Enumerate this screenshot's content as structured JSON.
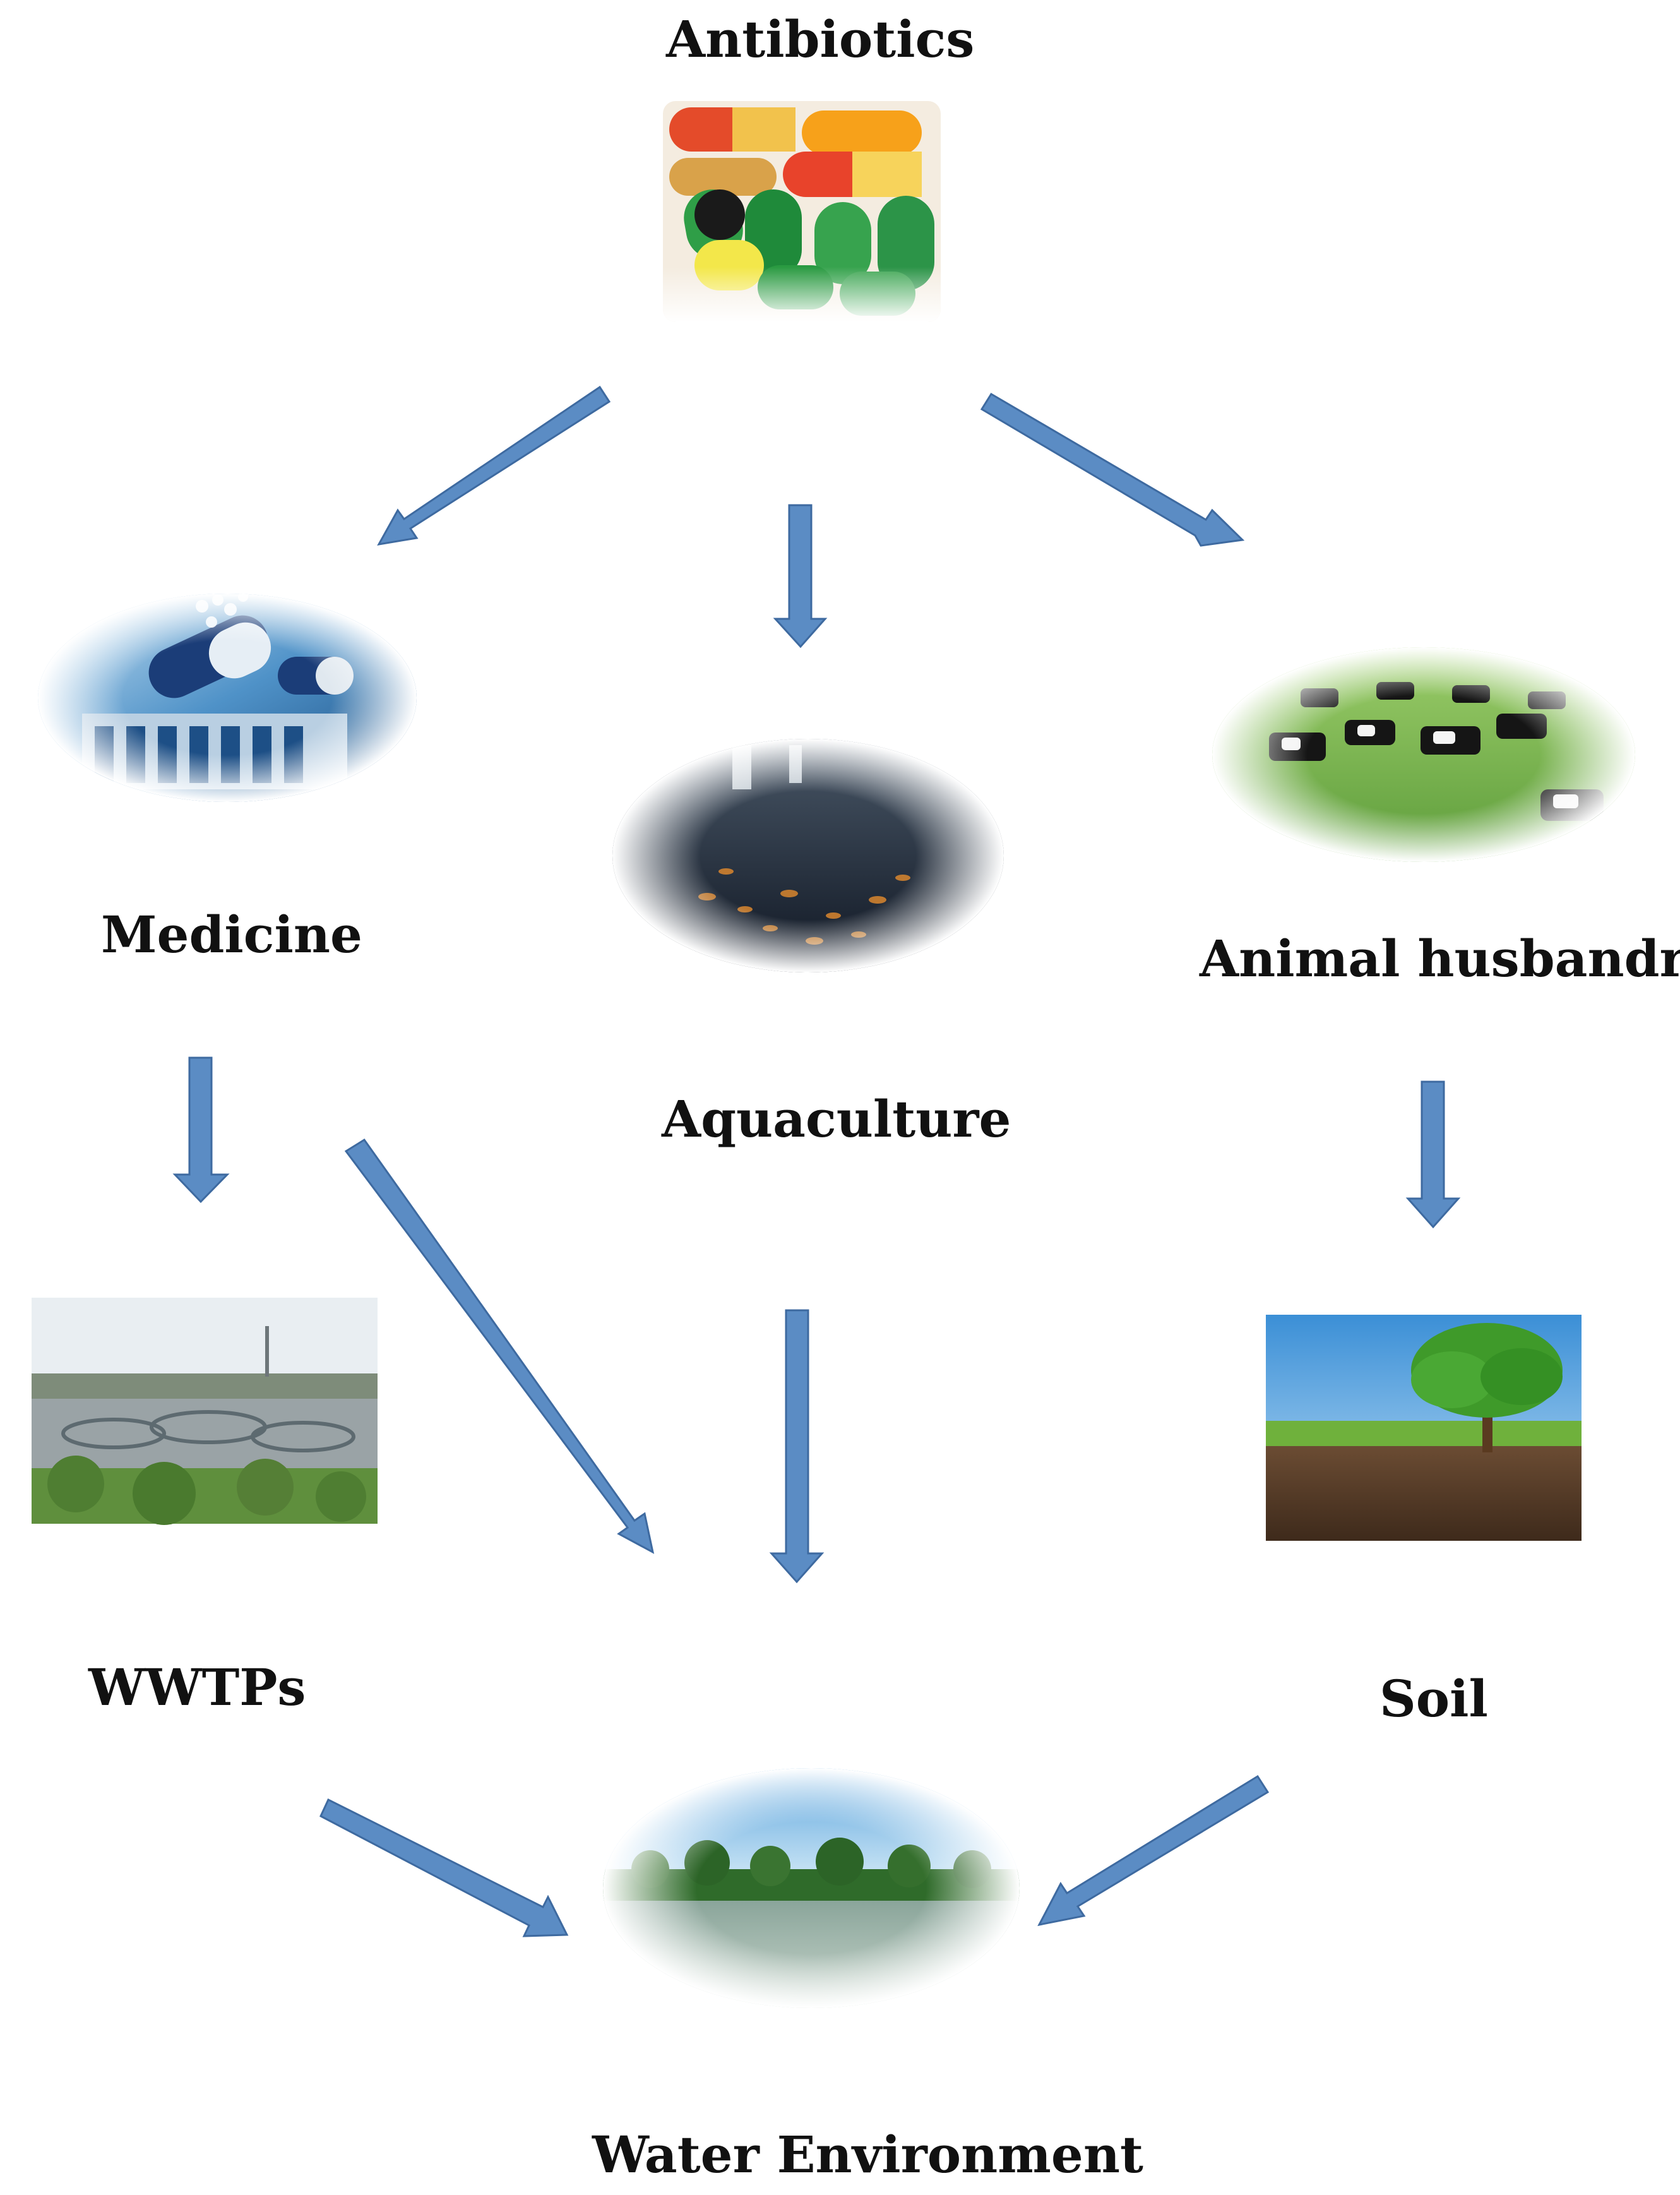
{
  "nodes": {
    "antibiotics": "Antibiotics",
    "medicine": "Medicine",
    "aquaculture": "Aquaculture",
    "animal_husbandry": "Animal husbandry",
    "wwtps": "WWTPs",
    "soil": "Soil",
    "water_environment": "Water Environment"
  },
  "pictures": {
    "antibiotics": "capsules-photo",
    "medicine": "pharmaceutical-lab-photo",
    "aquaculture": "fish-pond-photo",
    "animal_husbandry": "dairy-cows-pasture-photo",
    "wwtps": "wastewater-treatment-plant-photo",
    "soil": "tree-on-soil-photo",
    "water_environment": "lake-with-trees-photo"
  },
  "colors": {
    "arrow_fill": "#5b8cc4",
    "arrow_stroke": "#3e6aa0",
    "label_text": "#111111"
  },
  "edges": [
    {
      "from": "antibiotics",
      "to": "medicine"
    },
    {
      "from": "antibiotics",
      "to": "aquaculture"
    },
    {
      "from": "antibiotics",
      "to": "animal_husbandry"
    },
    {
      "from": "medicine",
      "to": "wwtps"
    },
    {
      "from": "medicine",
      "to": "water_environment"
    },
    {
      "from": "aquaculture",
      "to": "water_environment"
    },
    {
      "from": "animal_husbandry",
      "to": "soil"
    },
    {
      "from": "wwtps",
      "to": "water_environment"
    },
    {
      "from": "soil",
      "to": "water_environment"
    }
  ]
}
